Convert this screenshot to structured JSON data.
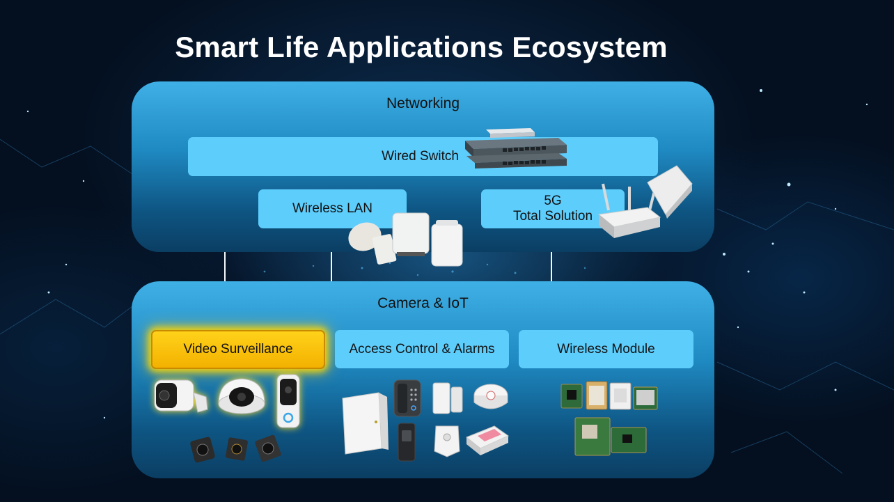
{
  "title": "Smart Life Applications Ecosystem",
  "networking": {
    "title": "Networking",
    "wired_switch": "Wired Switch",
    "wireless_lan": "Wireless LAN",
    "fiveg_line1": "5G",
    "fiveg_line2": "Total Solution"
  },
  "camera_iot": {
    "title": "Camera & IoT",
    "categories": [
      {
        "label": "Video Surveillance",
        "highlighted": true
      },
      {
        "label": "Access Control & Alarms",
        "highlighted": false
      },
      {
        "label": "Wireless Module",
        "highlighted": false
      }
    ]
  },
  "colors": {
    "panel_top": "#3fb0e6",
    "panel_bottom": "#0b3e63",
    "box": "#5dcdfc",
    "highlight": "#ffd21a"
  },
  "icons": [
    "network-switch-icon",
    "wireless-ap-icon",
    "5g-router-icon",
    "bullet-camera-icon",
    "dome-camera-icon",
    "video-doorbell-icon",
    "camera-module-icon",
    "control-panel-icon",
    "keypad-icon",
    "alarm-sensor-icon",
    "smoke-detector-icon",
    "wireless-module-icon"
  ]
}
